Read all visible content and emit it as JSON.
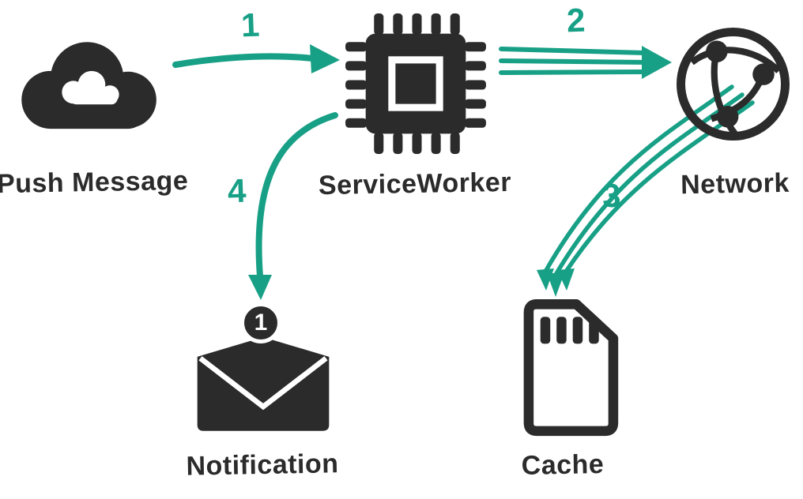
{
  "diagram": {
    "colors": {
      "accent": "#17A086",
      "icon": "#2B2B2B"
    },
    "nodes": {
      "push_message": {
        "label": "Push Message"
      },
      "service_worker": {
        "label": "ServiceWorker"
      },
      "network": {
        "label": "Network"
      },
      "notification": {
        "label": "Notification",
        "badge_count": "1"
      },
      "cache": {
        "label": "Cache"
      }
    },
    "steps": [
      {
        "number": "1",
        "from": "push_message",
        "to": "service_worker"
      },
      {
        "number": "2",
        "from": "service_worker",
        "to": "network"
      },
      {
        "number": "3",
        "from": "network",
        "to": "cache"
      },
      {
        "number": "4",
        "from": "service_worker",
        "to": "notification"
      }
    ]
  }
}
